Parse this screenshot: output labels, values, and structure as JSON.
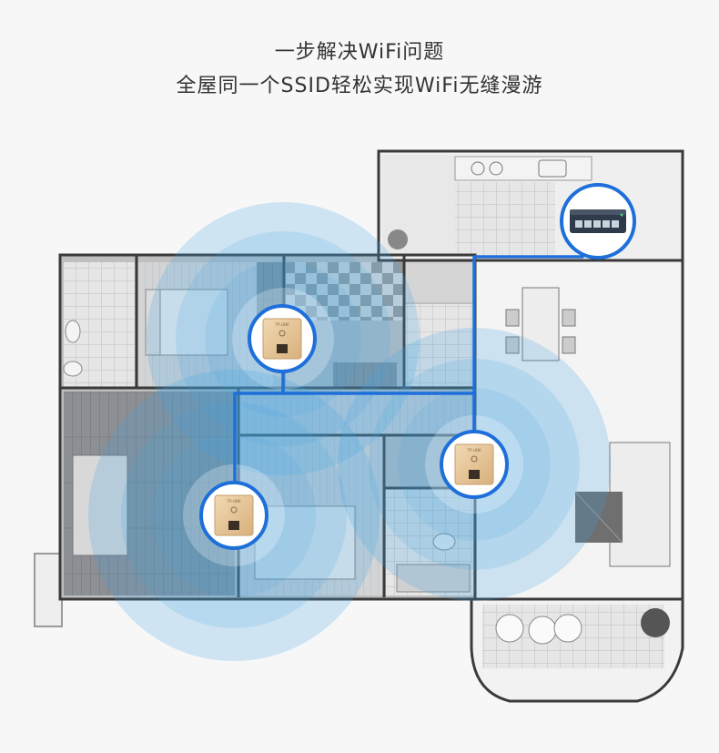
{
  "header": {
    "title_line1": "一步解决WiFi问题",
    "title_line2": "全屋同一个SSID轻松实现WiFi无缝漫游"
  },
  "colors": {
    "background": "#f7f7f7",
    "signal": "#3fa2e3",
    "cable": "#1e6fd9",
    "panel_gold": "#e3c397",
    "wall": "#3a3a3a"
  },
  "devices": {
    "switch": {
      "name": "poe-switch",
      "ports": 5
    },
    "access_points": [
      {
        "name": "ap-panel-bedroom-top"
      },
      {
        "name": "ap-panel-bedroom-bottom"
      },
      {
        "name": "ap-panel-living-room"
      }
    ]
  }
}
